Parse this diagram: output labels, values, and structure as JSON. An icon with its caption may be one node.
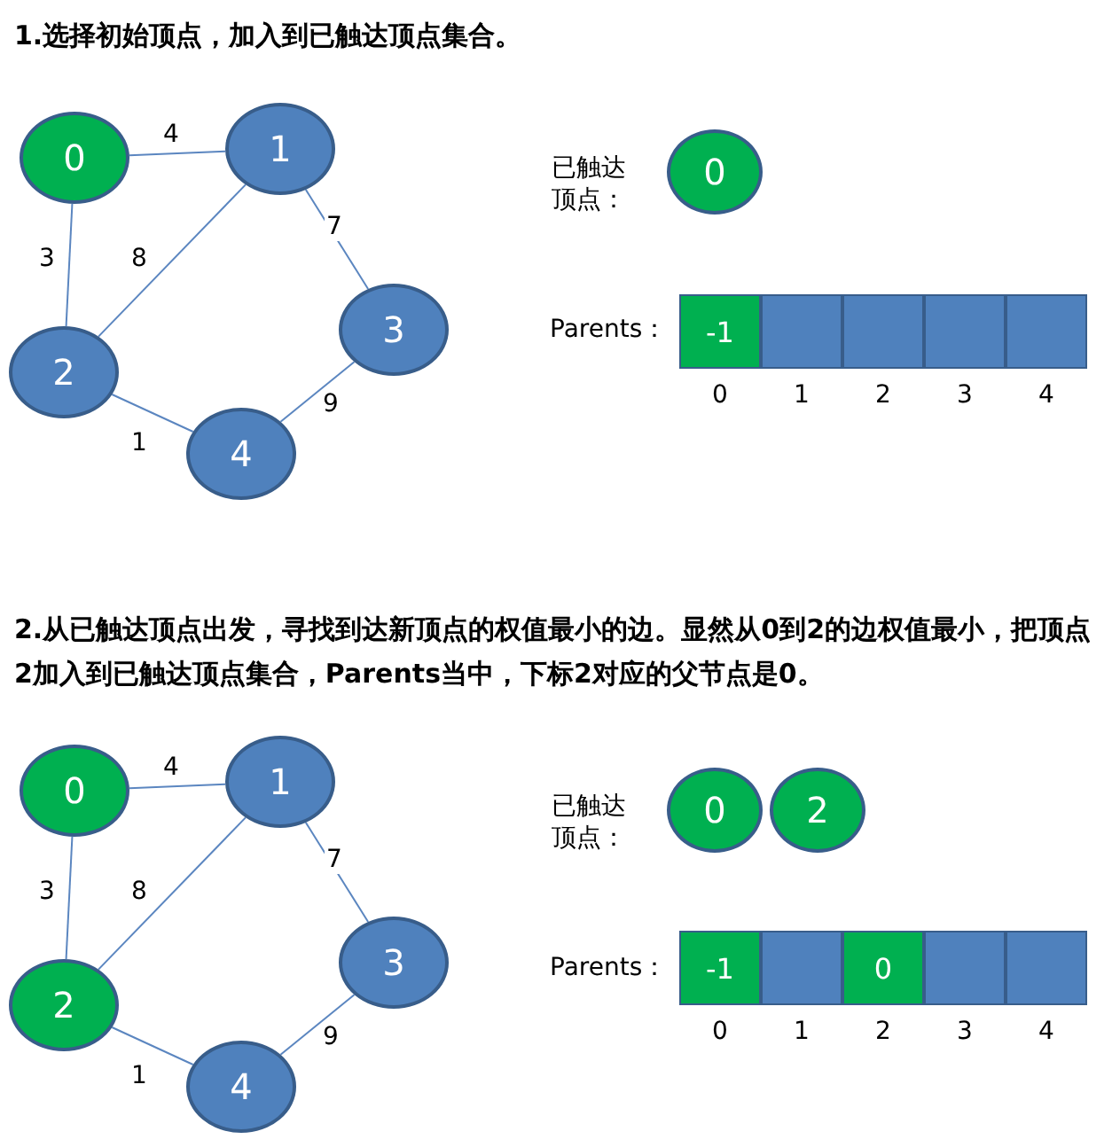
{
  "diagram": {
    "nodes": [
      {
        "text": [
          "0"
        ]
      },
      {
        "text": [
          "1"
        ]
      },
      {
        "text": [
          "2"
        ]
      },
      {
        "text": [
          "3"
        ]
      },
      {
        "text": [
          "4"
        ]
      },
      {
        "text": [
          "0"
        ]
      },
      {
        "text": [
          "-1"
        ]
      },
      {
        "text": [],
        "shape": "box"
      },
      {
        "text": [],
        "shape": "box"
      },
      {
        "text": [],
        "shape": "box"
      },
      {
        "text": [],
        "shape": "box"
      },
      {
        "text": [
          "0"
        ]
      },
      {
        "text": [
          "1"
        ]
      },
      {
        "text": [
          "2"
        ]
      },
      {
        "text": [
          "3"
        ]
      },
      {
        "text": [
          "4"
        ]
      },
      {
        "text": [
          "0"
        ]
      },
      {
        "text": [
          "2"
        ]
      },
      {
        "text": [
          "-1"
        ]
      },
      {
        "text": [],
        "shape": "box"
      },
      {
        "text": [
          "0"
        ]
      },
      {
        "text": [],
        "shape": "box"
      },
      {
        "text": [],
        "shape": "box"
      }
    ],
    "edges": [
      {
        "from": 0,
        "to": 1,
        "arrow": "none",
        "label": "4"
      },
      {
        "from": 0,
        "to": 2,
        "arrow": "none",
        "label": "3"
      },
      {
        "from": 1,
        "to": 2,
        "arrow": "none",
        "label": "8"
      },
      {
        "from": 1,
        "to": 3,
        "arrow": "none",
        "label": "7"
      },
      {
        "from": 2,
        "to": 4,
        "arrow": "none",
        "label": "1"
      },
      {
        "from": 4,
        "to": 3,
        "arrow": "none",
        "label": "9"
      },
      {
        "from": 11,
        "to": 12,
        "arrow": "none",
        "label": "4"
      },
      {
        "from": 11,
        "to": 13,
        "arrow": "none",
        "label": "3"
      },
      {
        "from": 12,
        "to": 13,
        "arrow": "none",
        "label": "8"
      },
      {
        "from": 12,
        "to": 14,
        "arrow": "none",
        "label": "7"
      },
      {
        "from": 13,
        "to": 15,
        "arrow": "none",
        "label": "1"
      },
      {
        "from": 15,
        "to": 14,
        "arrow": "none",
        "label": "9"
      }
    ],
    "labels": [
      "1.选择初始顶点，加入到已触达顶点集合。",
      "已触达顶点：",
      "Parents：",
      "0",
      "1",
      "2",
      "3",
      "4",
      "2.从已触达顶点出发，寻找到达新顶点的权值最小的边。显然从0到2的边权值最小，把顶点2加入到已触达顶点集合，Parents当中，下标2对应的父节点是0。",
      "已触达顶点：",
      "Parents：",
      "0",
      "1",
      "2",
      "3",
      "4"
    ]
  }
}
